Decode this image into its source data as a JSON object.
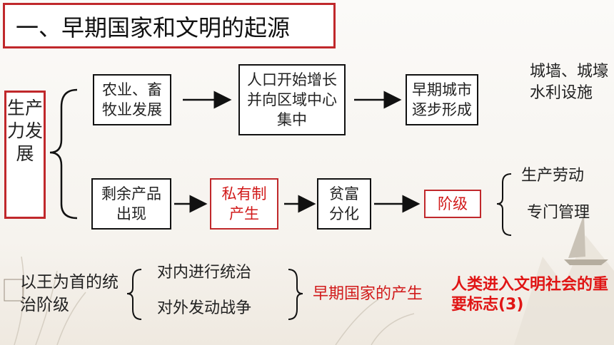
{
  "title": "一、早期国家和文明的起源",
  "productivity": "生产力发展",
  "row1": {
    "b1": "农业、畜牧业发展",
    "b2": "人口开始增长并向区域中心集中",
    "b3": "早期城市逐步形成",
    "note": "城墙、城壕水利设施"
  },
  "row2": {
    "b1": "剩余产品出现",
    "b2": "私有制产生",
    "b3": "贫富分化",
    "b4": "阶级",
    "branch1": "生产劳动",
    "branch2": "专门管理"
  },
  "bottom": {
    "ruling": "以王为首的统治阶级",
    "internal": "对内进行统治",
    "external": "对外发动战争",
    "state": "早期国家的产生",
    "mark": "人类进入文明社会的重要标志(3)"
  },
  "colors": {
    "accent_red": "#c0282b",
    "text_red": "#d11a1a"
  }
}
